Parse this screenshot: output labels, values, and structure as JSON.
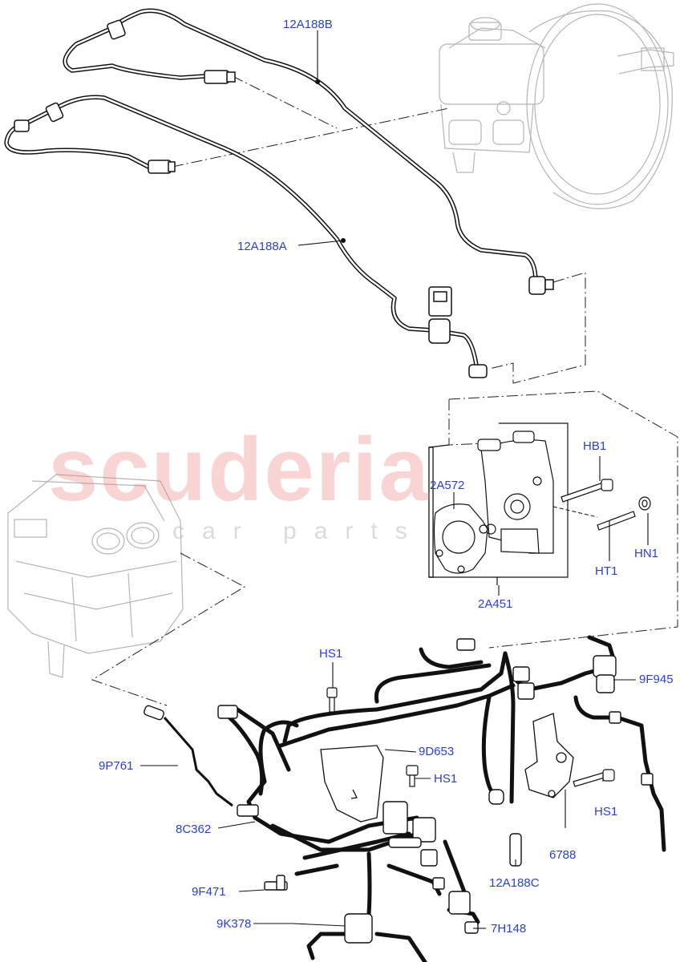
{
  "watermark": {
    "brand": "scuderia",
    "sub": "car parts"
  },
  "colors": {
    "label": "#2a3fd6",
    "line": "#111111",
    "ghost": "#b5b5b5",
    "watermark": "#e87878"
  },
  "callouts": [
    {
      "id": "12A188B",
      "text": "12A188B"
    },
    {
      "id": "12A188A",
      "text": "12A188A"
    },
    {
      "id": "2A572",
      "text": "2A572"
    },
    {
      "id": "HB1",
      "text": "HB1"
    },
    {
      "id": "HN1",
      "text": "HN1"
    },
    {
      "id": "HT1",
      "text": "HT1"
    },
    {
      "id": "2A451",
      "text": "2A451"
    },
    {
      "id": "HS1_top",
      "text": "HS1"
    },
    {
      "id": "9F945",
      "text": "9F945"
    },
    {
      "id": "9D653",
      "text": "9D653"
    },
    {
      "id": "HS1_mid",
      "text": "HS1"
    },
    {
      "id": "9P761",
      "text": "9P761"
    },
    {
      "id": "HS1_right",
      "text": "HS1"
    },
    {
      "id": "8C362",
      "text": "8C362"
    },
    {
      "id": "6788",
      "text": "6788"
    },
    {
      "id": "12A188C",
      "text": "12A188C"
    },
    {
      "id": "9F471",
      "text": "9F471"
    },
    {
      "id": "9K378",
      "text": "9K378"
    },
    {
      "id": "7H148",
      "text": "7H148"
    }
  ]
}
